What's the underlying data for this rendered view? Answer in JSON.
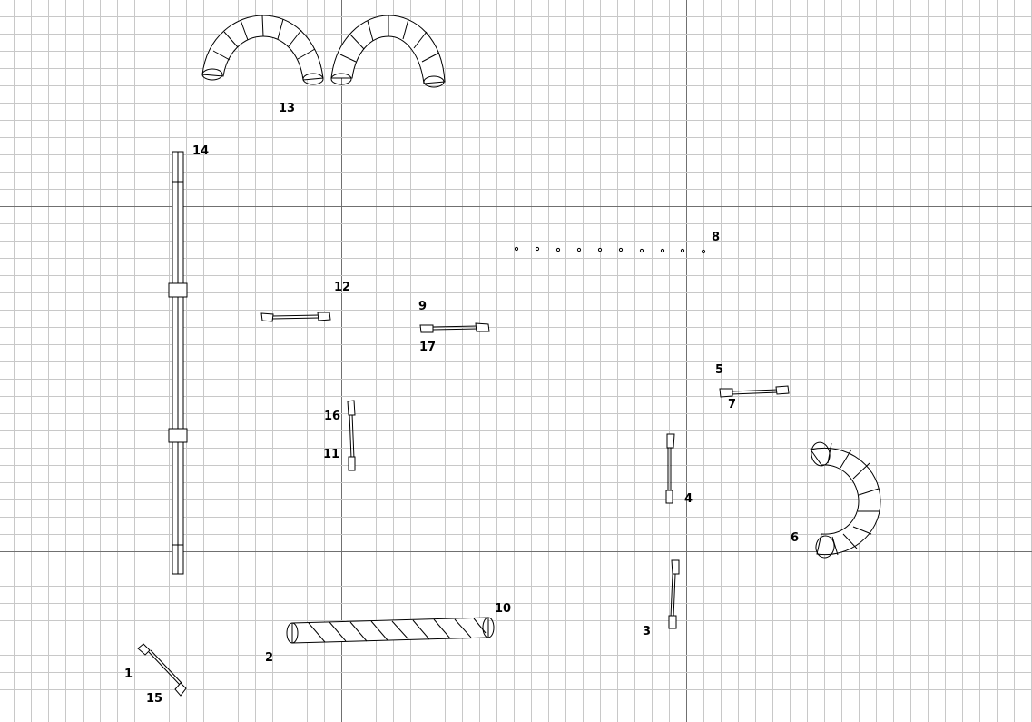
{
  "labels": {
    "l1": "1",
    "l2": "2",
    "l3": "3",
    "l4": "4",
    "l5": "5",
    "l6": "6",
    "l7": "7",
    "l8": "8",
    "l9": "9",
    "l10": "10",
    "l11": "11",
    "l12": "12",
    "l13": "13",
    "l14": "14",
    "l15": "15",
    "l16": "16",
    "l17": "17"
  },
  "colors": {
    "grid_minor": "#c8c8c8",
    "grid_major": "#707070",
    "stroke": "#000000",
    "background": "#ffffff"
  }
}
